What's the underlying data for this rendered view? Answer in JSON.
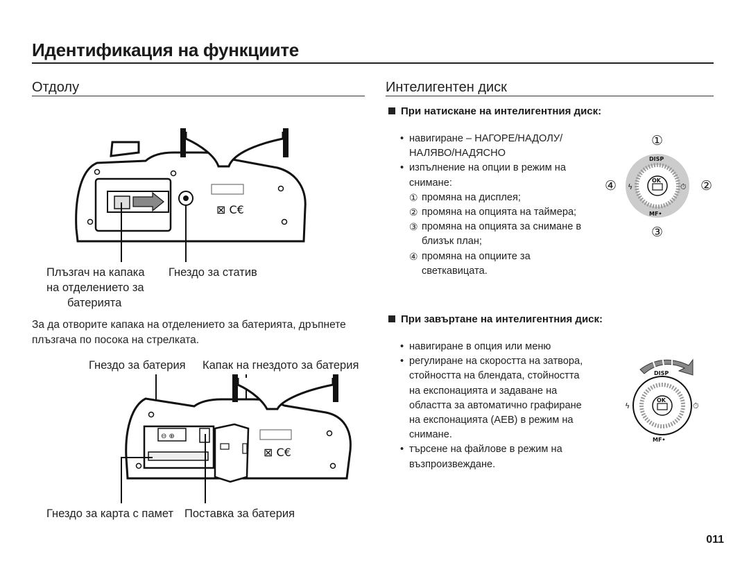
{
  "page": {
    "title": "Идентификация на функциите",
    "number": "011"
  },
  "bottom_view": {
    "heading": "Отдолу",
    "labels": {
      "battery_cover_slider_line1": "Плъзгач на капака",
      "battery_cover_slider_line2": "на отделението за",
      "battery_cover_slider_line3": "батерията",
      "tripod_socket": "Гнездо за статив"
    },
    "instruction_line1": "За да отворите капака на отделението за батерията, дръпнете",
    "instruction_line2": "плъзгача по посока на стрелката.",
    "open_labels": {
      "battery_slot": "Гнездо за батерия",
      "battery_cover": "Капак на гнездото за батерия",
      "memory_card_slot": "Гнездо за карта с памет",
      "battery_holder": "Поставка за батерия"
    }
  },
  "smart_dial": {
    "heading": "Интелигентен диск",
    "press": {
      "title": "При натискане на интелигентния диск:",
      "b1_line1": "навигиране – НАГОРЕ/НАДОЛУ/",
      "b1_line2": "НАЛЯВО/НАДЯСНО",
      "b2_line1": "изпълнение на опции в режим на",
      "b2_line2": "снимане:",
      "s1": "промяна на дисплея;",
      "s2": "промяна на опцията на таймера;",
      "s3_line1": "промяна на опцията за снимане в",
      "s3_line2": "близък план;",
      "s4_line1": "промяна на опциите за",
      "s4_line2": "светкавицата."
    },
    "rotate": {
      "title": "При завъртане на интелигентния диск:",
      "b1": "навигиране в опция или меню",
      "b2_line1": "регулиране на скоростта на затвора,",
      "b2_line2": "стойността на блендата, стойността",
      "b2_line3": "на експонацията и задаване на",
      "b2_line4": "областта за автоматично графиране",
      "b2_line5": "на експонацията (AEB) в режим на",
      "b2_line6": "снимане.",
      "b3_line1": "търсене на файлове в режим на",
      "b3_line2": "възпроизвеждане."
    },
    "callouts": {
      "c1": "①",
      "c2": "②",
      "c3": "③",
      "c4": "④"
    },
    "dial_labels": {
      "disp": "DISP",
      "ok": "OK",
      "mf": "MF•"
    }
  }
}
